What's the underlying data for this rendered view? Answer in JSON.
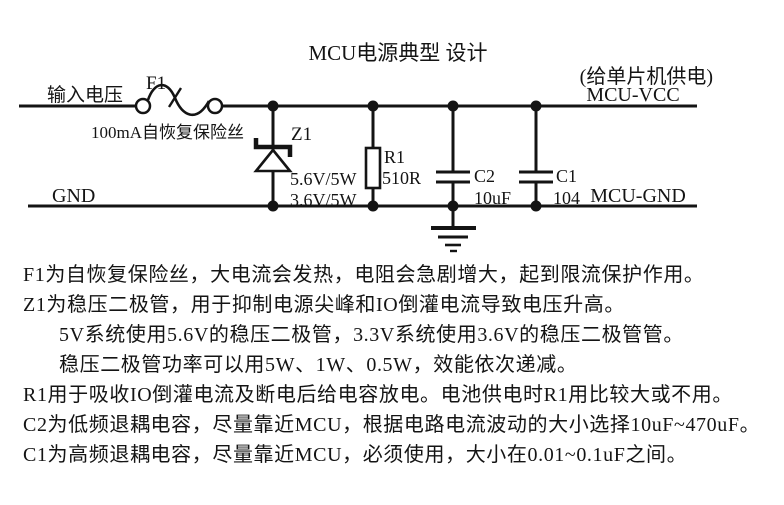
{
  "title": "MCU电源典型 设计",
  "schematic": {
    "supply_note": "(给单片机供电)",
    "nets": {
      "input_voltage": "输入电压",
      "gnd": "GND",
      "mcu_vcc": "MCU-VCC",
      "mcu_gnd": "MCU-GND"
    },
    "components": {
      "fuse": {
        "ref": "F1",
        "description": "100mA自恢复保险丝"
      },
      "zener": {
        "ref": "Z1",
        "rating_5v_system": "5.6V/5W",
        "rating_3v3_system": "3.6V/5W"
      },
      "resistor": {
        "ref": "R1",
        "value": "510R"
      },
      "cap_low_freq": {
        "ref": "C2",
        "value": "10uF"
      },
      "cap_high_freq": {
        "ref": "C1",
        "value": "104"
      }
    }
  },
  "notes": [
    "F1为自恢复保险丝，大电流会发热，电阻会急剧增大，起到限流保护作用。",
    "Z1为稳压二极管，用于抑制电源尖峰和IO倒灌电流导致电压升高。",
    "5V系统使用5.6V的稳压二极管，3.3V系统使用3.6V的稳压二极管管。",
    "稳压二极管功率可以用5W、1W、0.5W，效能依次递减。",
    "R1用于吸收IO倒灌电流及断电后给电容放电。电池供电时R1用比较大或不用。",
    "C2为低频退耦电容，尽量靠近MCU，根据电路电流波动的大小选择10uF~470uF。",
    "C1为高频退耦电容，尽量靠近MCU，必须使用，大小在0.01~0.1uF之间。"
  ],
  "colors": {
    "ink": "#141414",
    "background": "#ffffff"
  }
}
